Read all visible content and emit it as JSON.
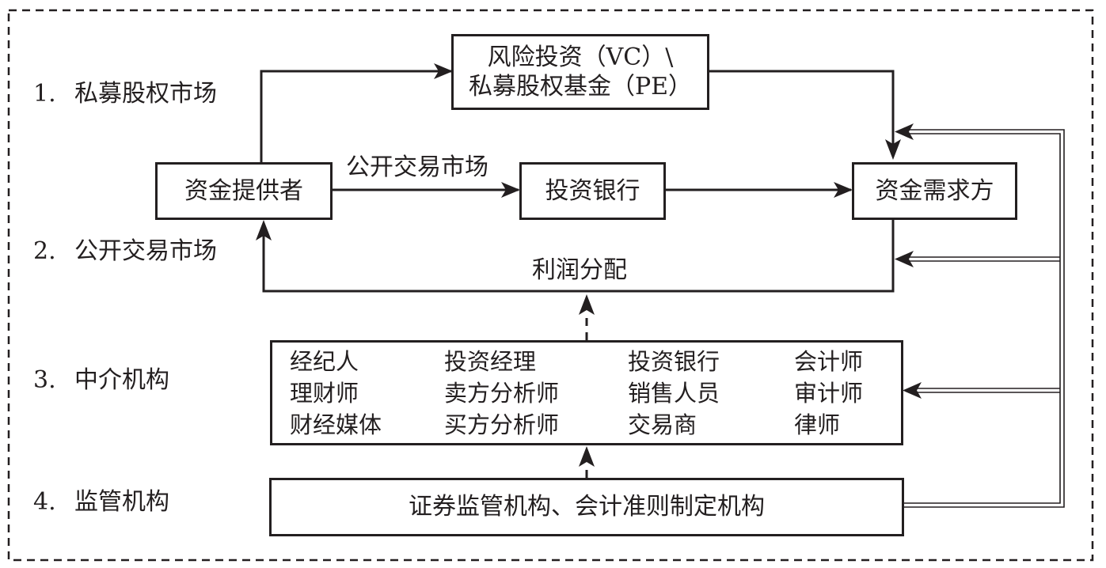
{
  "rows": [
    {
      "num": "1.",
      "label": "私募股权市场"
    },
    {
      "num": "2.",
      "label": "公开交易市场"
    },
    {
      "num": "3.",
      "label": "中介机构"
    },
    {
      "num": "4.",
      "label": "监管机构"
    }
  ],
  "nodes": {
    "vc_pe_line1": "风险投资（VC）\\",
    "vc_pe_line2": "私募股权基金（PE）",
    "fund_provider": "资金提供者",
    "investment_bank": "投资银行",
    "fund_demander": "资金需求方",
    "regulators": "证券监管机构、会计准则制定机构"
  },
  "edge_labels": {
    "public_market": "公开交易市场",
    "profit_distribution": "利润分配"
  },
  "intermediaries": [
    [
      "经纪人",
      "投资经理",
      "投资银行",
      "会计师"
    ],
    [
      "理财师",
      "卖方分析师",
      "销售人员",
      "审计师"
    ],
    [
      "财经媒体",
      "买方分析师",
      "交易商",
      "律师"
    ]
  ]
}
